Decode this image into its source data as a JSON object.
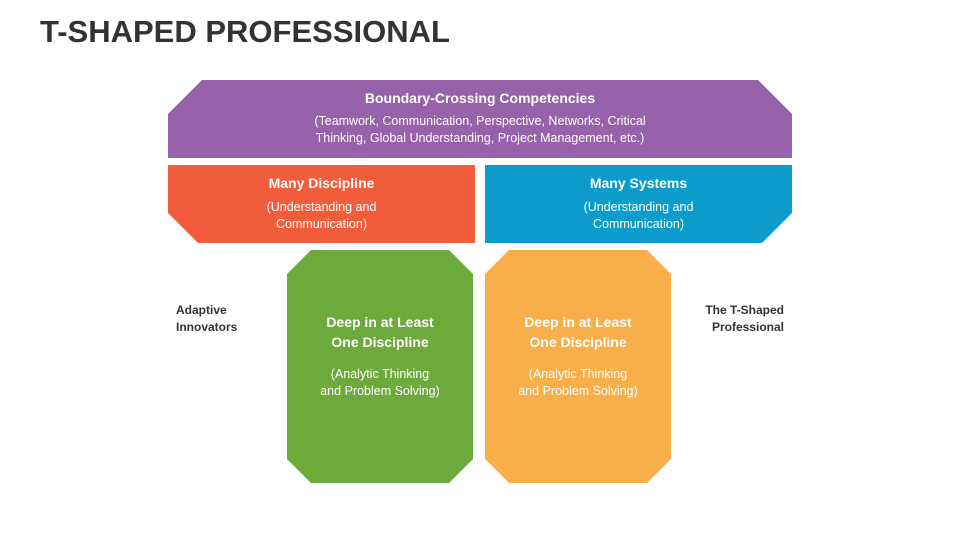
{
  "title": "T-SHAPED PROFESSIONAL",
  "colors": {
    "top": "#9762AA",
    "left": "#F15D3A",
    "right": "#0B9CCC",
    "green": "#6DAA3C",
    "orange": "#F8AF49"
  },
  "top_block": {
    "heading": "Boundary-Crossing Competencies",
    "sub": "(Teamwork, Communication, Perspective, Networks, Critical Thinking, Global Understanding, Project Management, etc.)"
  },
  "left_block": {
    "heading": "Many Discipline",
    "sub": "(Understanding and Communication)"
  },
  "right_block": {
    "heading": "Many Systems",
    "sub": "(Understanding and Communication)"
  },
  "green_block": {
    "heading": "Deep in at Least One Discipline",
    "sub": "(Analytic Thinking and Problem Solving)"
  },
  "orange_block": {
    "heading": "Deep in at Least One Discipline",
    "sub": "(Analytic Thinking and Problem Solving)"
  },
  "side_labels": {
    "left": "Adaptive Innovators",
    "right": "The T-Shaped Professional"
  }
}
